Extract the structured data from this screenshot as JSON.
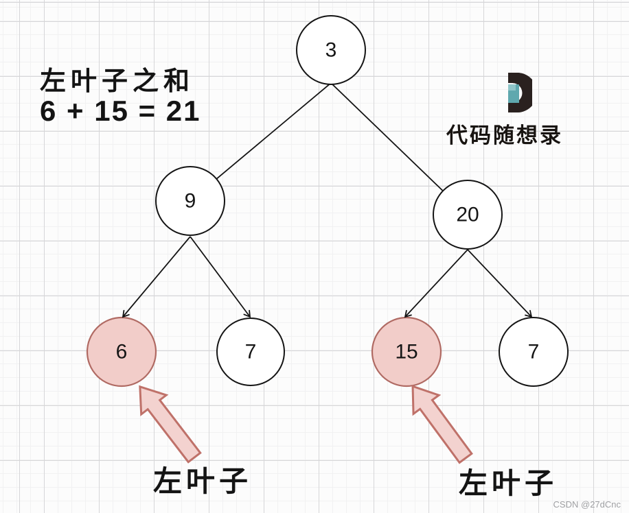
{
  "annotation": {
    "title": "左叶子之和",
    "equation": "6 + 15 = 21"
  },
  "brand": {
    "name": "代码随想录"
  },
  "tree": {
    "nodes": [
      {
        "value": "3",
        "role": "root",
        "highlighted": false
      },
      {
        "value": "9",
        "role": "left-child",
        "highlighted": false
      },
      {
        "value": "20",
        "role": "right-child",
        "highlighted": false
      },
      {
        "value": "6",
        "role": "left-leaf",
        "highlighted": true
      },
      {
        "value": "7",
        "role": "right-leaf",
        "highlighted": false
      },
      {
        "value": "15",
        "role": "left-leaf",
        "highlighted": true
      },
      {
        "value": "7",
        "role": "right-leaf",
        "highlighted": false
      }
    ]
  },
  "callouts": {
    "left": "左叶子",
    "right": "左叶子"
  },
  "watermark": "CSDN @27dCnc",
  "colors": {
    "highlight_fill": "#f2cdc9",
    "highlight_stroke": "#b06a63",
    "arrow_fill": "#f3d2cf",
    "arrow_stroke": "#bf7169",
    "edge": "#141414",
    "logo_dark": "#2a211f",
    "logo_teal": "#5fa8ae",
    "logo_teal_light": "#8fc5c8"
  }
}
